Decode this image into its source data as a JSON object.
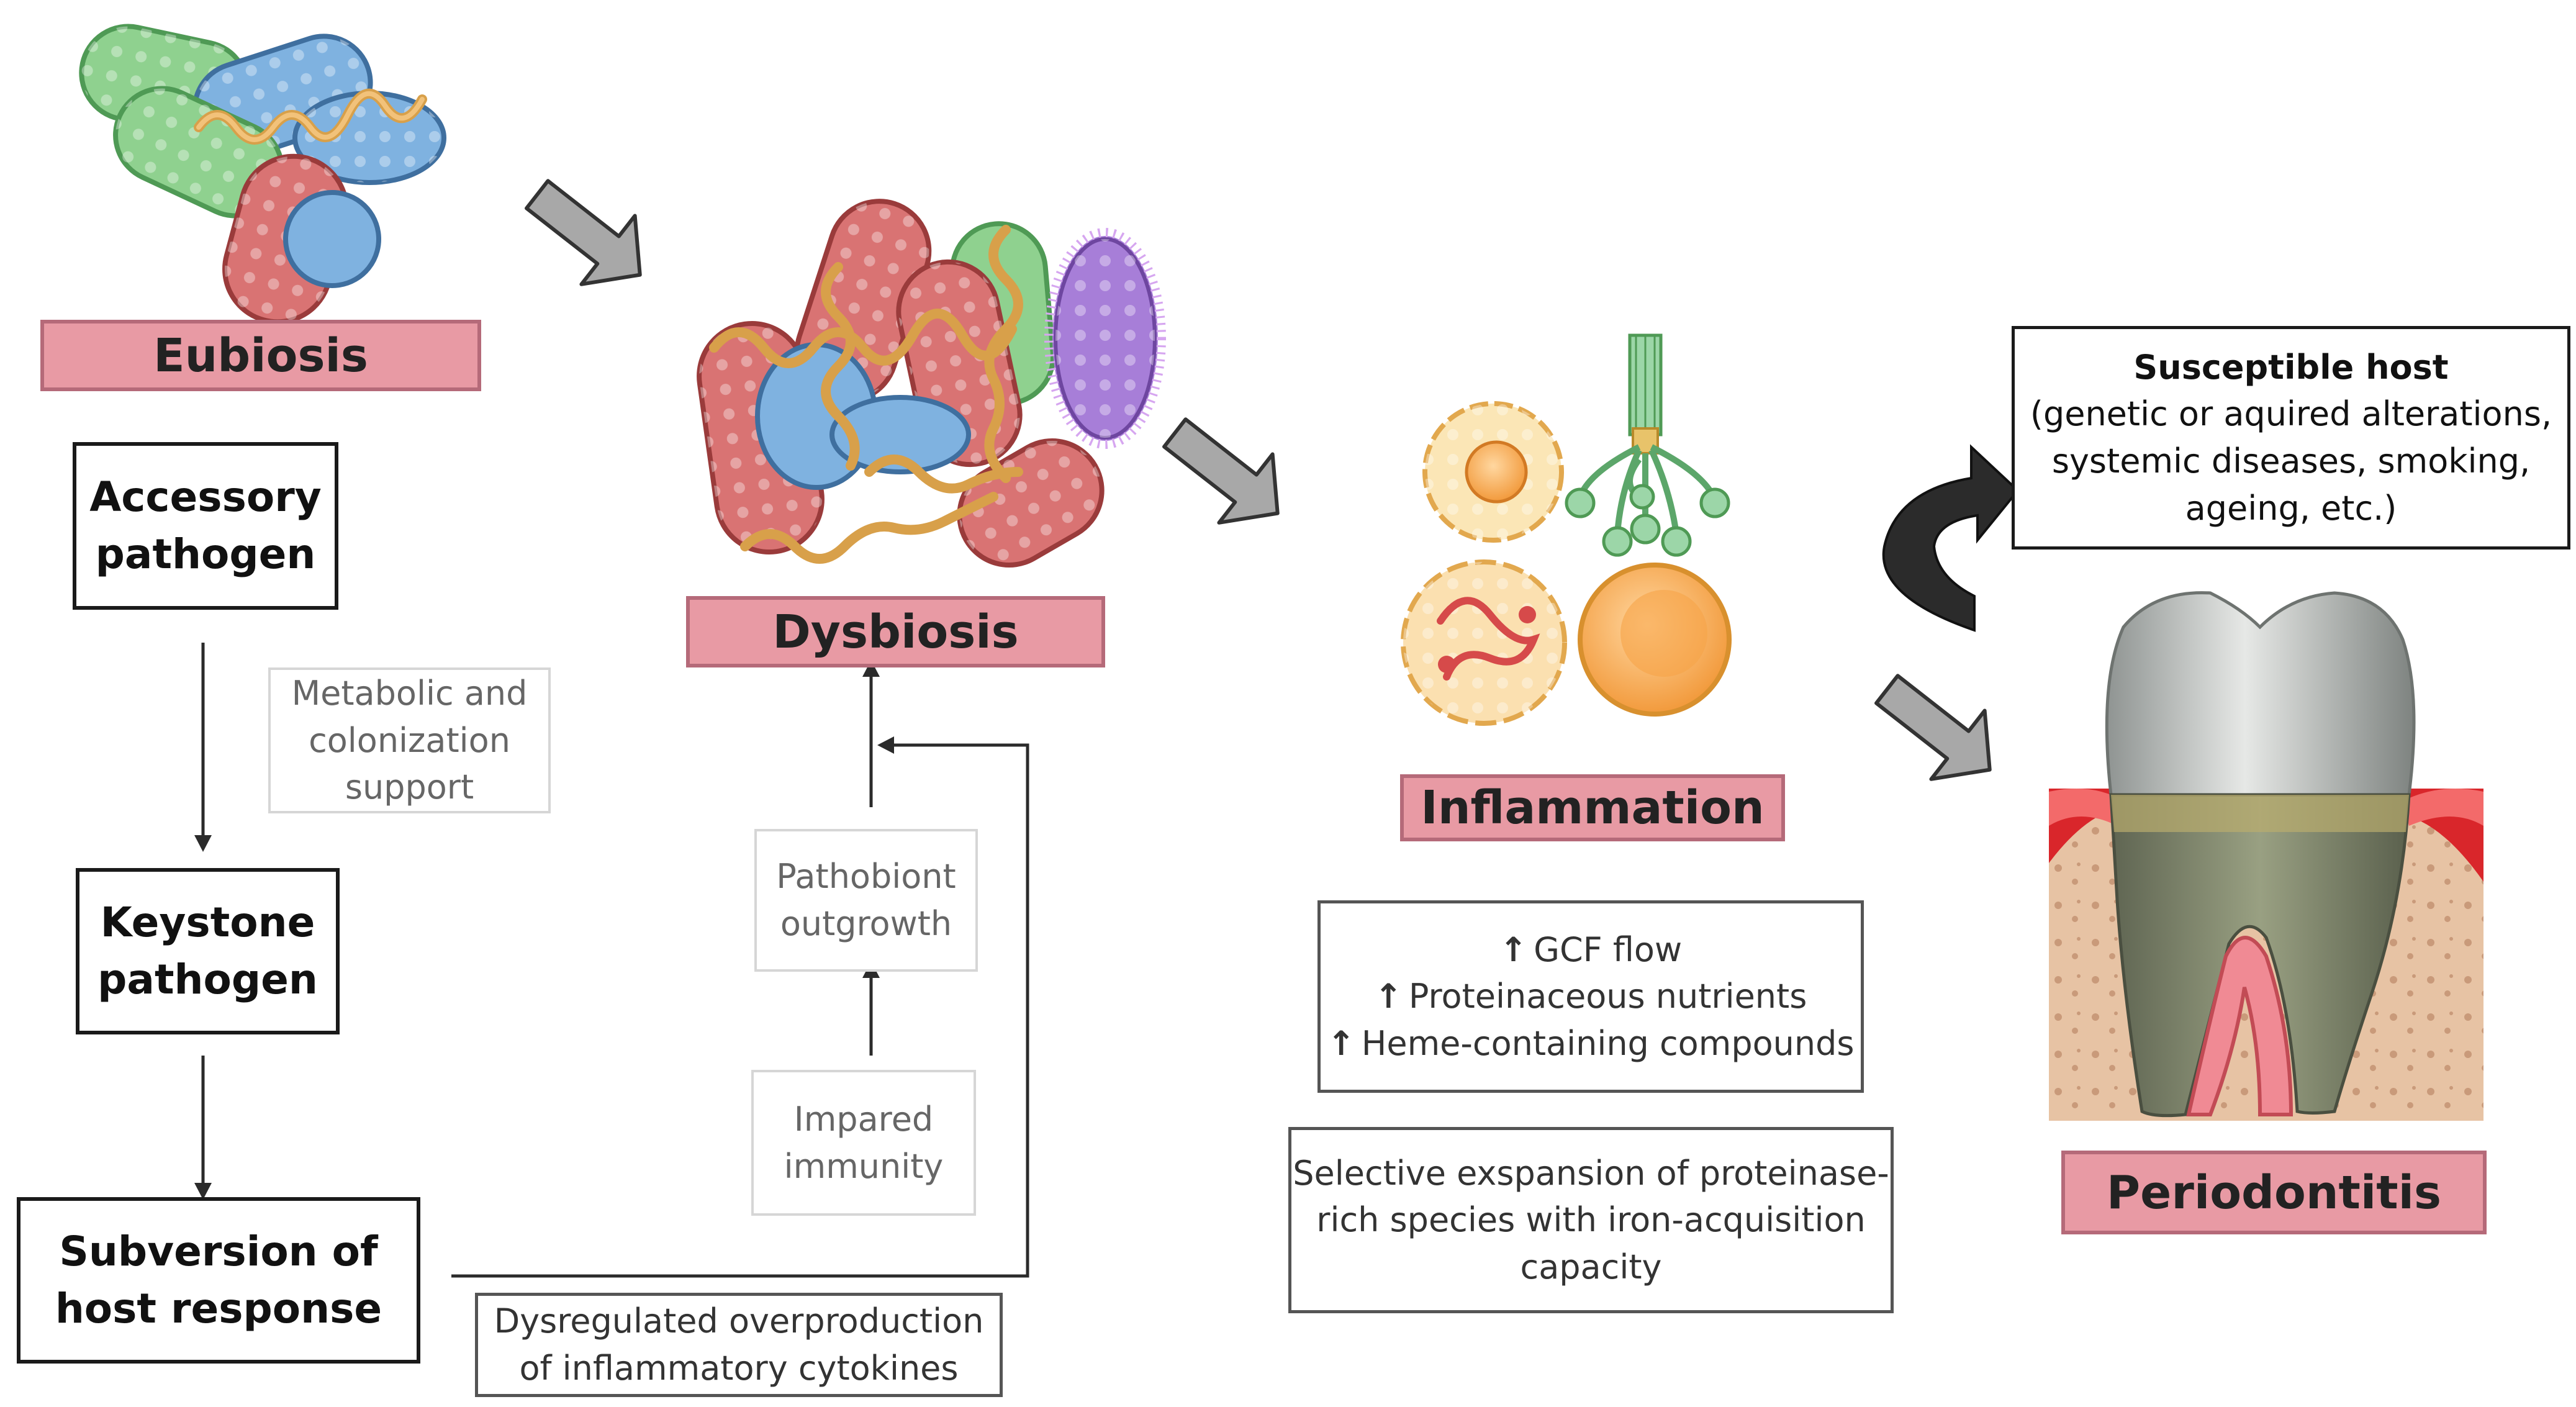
{
  "stages": {
    "eubiosis": "Eubiosis",
    "dysbiosis": "Dysbiosis",
    "inflammation": "Inflammation",
    "periodontitis": "Periodontitis"
  },
  "left_column": {
    "accessory": [
      "Accessory",
      "pathogen"
    ],
    "metabolic_support": [
      "Metabolic and",
      "colonization",
      "support"
    ],
    "keystone": [
      "Keystone",
      "pathogen"
    ],
    "subversion": [
      "Subversion of",
      "host response"
    ]
  },
  "cytokines": [
    "Dysregulated overproduction",
    "of inflammatory cytokines"
  ],
  "middle_column": {
    "pathobiont": [
      "Pathobiont",
      "outgrowth"
    ],
    "immunity": [
      "Impared",
      "immunity"
    ]
  },
  "inflammation_effects": [
    "GCF flow",
    "Proteinaceous nutrients",
    "Heme-containing compounds"
  ],
  "up_arrow_symbol": "↑",
  "selective_expansion": [
    "Selective exspansion of proteinase-",
    "rich species with iron-acquisition",
    "capacity"
  ],
  "susceptible_host": {
    "title": "Susceptible host",
    "lines": [
      "(genetic or aquired alterations,",
      "systemic diseases, smoking,",
      "ageing, etc.)"
    ]
  },
  "colors": {
    "label_fill": "#e89aa4",
    "label_border": "#b56a79",
    "bacteria_green": "#8fd18f",
    "bacteria_blue": "#7fb2e0",
    "bacteria_red": "#d97373",
    "bacteria_purple": "#a77ed8",
    "immune_orange": "#f5b25a",
    "grey_arrow": "#a8a8a8"
  }
}
